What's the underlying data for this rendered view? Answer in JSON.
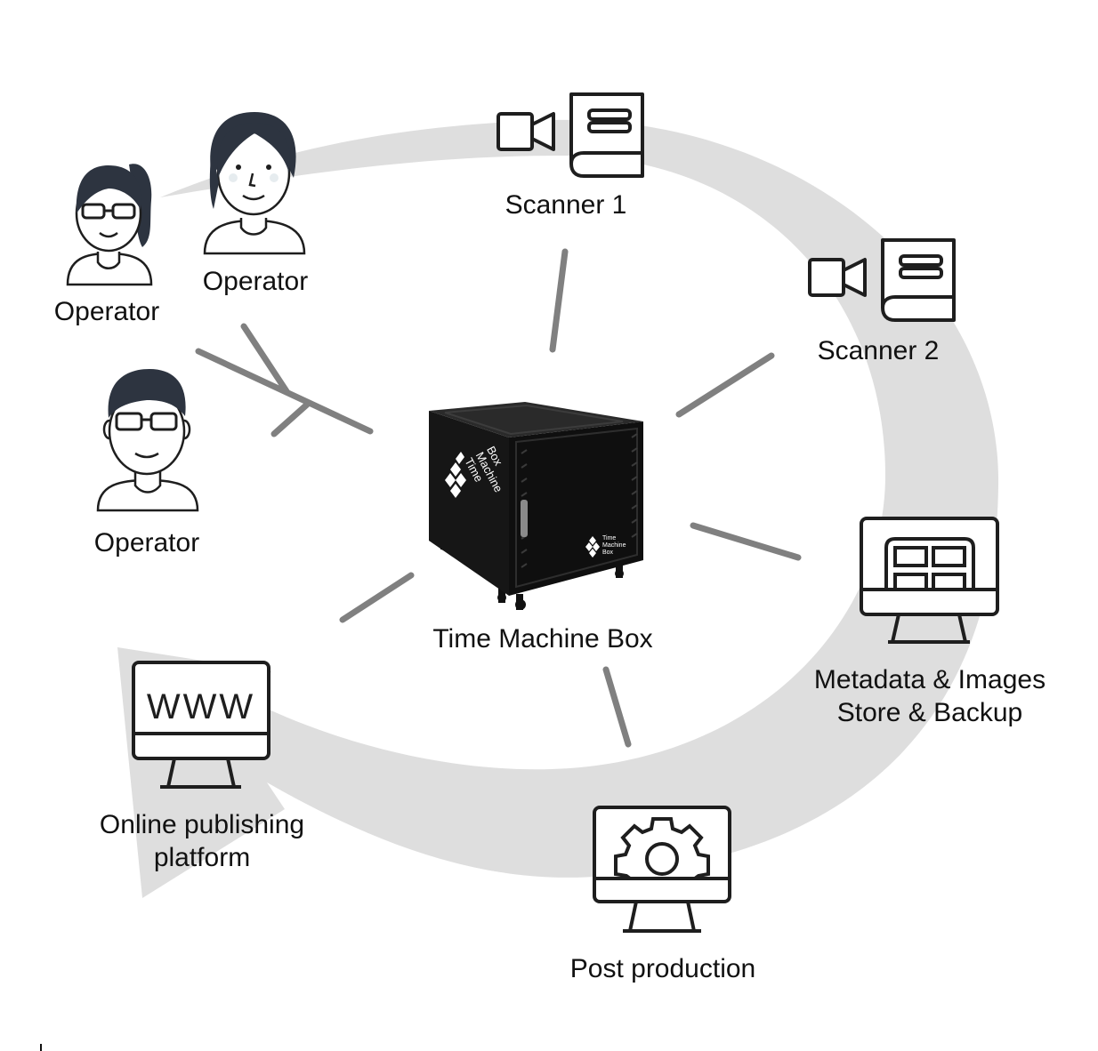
{
  "center": {
    "label": "Time Machine Box",
    "brand_lines": [
      "Time",
      "Machine",
      "Box"
    ]
  },
  "operators": [
    {
      "label": "Operator"
    },
    {
      "label": "Operator"
    },
    {
      "label": "Operator"
    }
  ],
  "scanners": [
    {
      "label": "Scanner 1"
    },
    {
      "label": "Scanner 2"
    }
  ],
  "storage": {
    "label_lines": [
      "Metadata & Images",
      "Store & Backup"
    ]
  },
  "post": {
    "label": "Post production"
  },
  "publishing": {
    "label_lines": [
      "Online publishing",
      "platform"
    ],
    "screen_text": "WWW"
  },
  "colors": {
    "flow_arrow": "#dedede",
    "connector": "#808080",
    "icon_stroke": "#1e1e1e",
    "device": "#111111",
    "hair": "#2d3440"
  },
  "icons": {
    "operator": "operator-avatar-icon",
    "camera": "video-camera-icon",
    "book": "book-icon",
    "monitor": "monitor-icon",
    "gear": "gear-icon",
    "grid": "grid-window-icon"
  }
}
